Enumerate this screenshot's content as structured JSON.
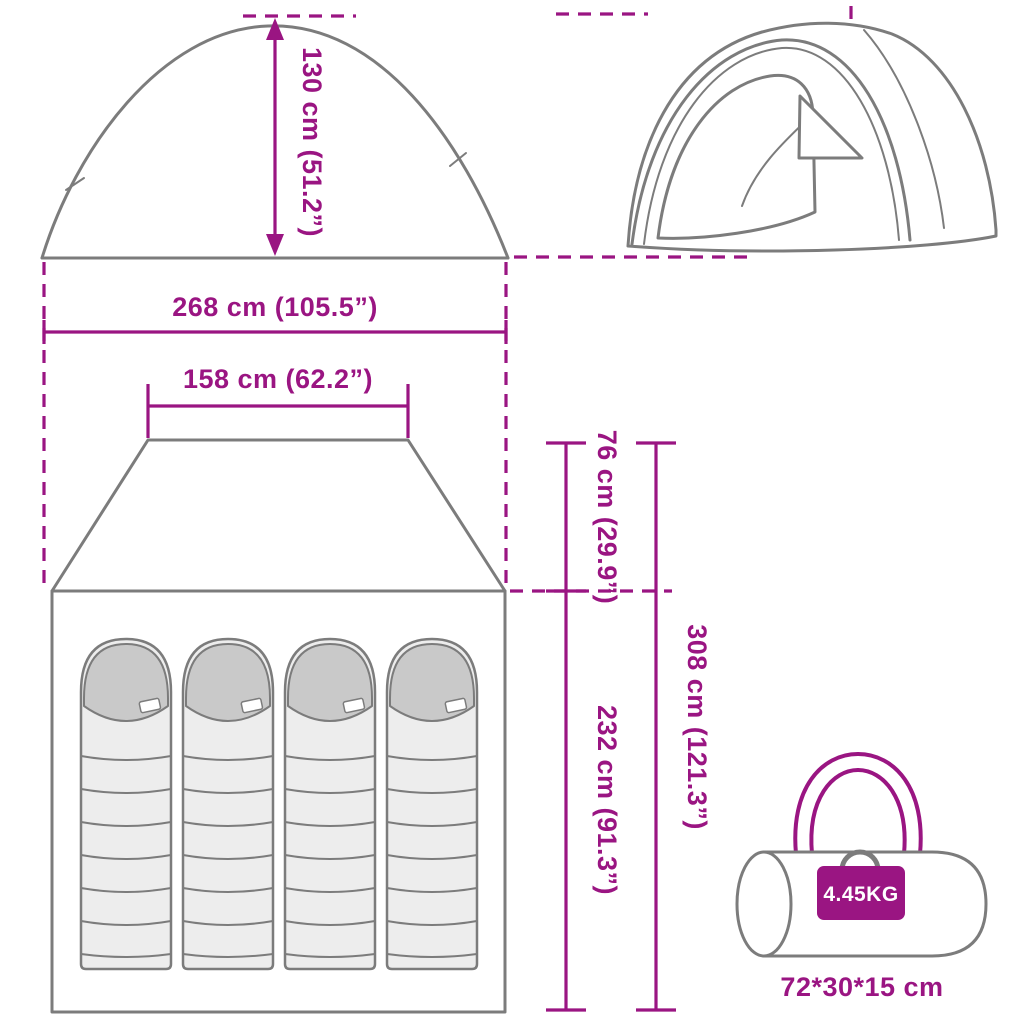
{
  "title": "Camping tent dimension diagram",
  "colors": {
    "accent": "#9A1582",
    "outline": "#7C7C7C",
    "bag_fill": "#EDEDED",
    "hood_fill": "#C9C9C9"
  },
  "views": {
    "side_view": {
      "height_label": "130 cm (51.2”)",
      "width_label": "268 cm (105.5”)"
    },
    "front_view": {
      "inner_width_label": "158 cm (62.2”)",
      "sleeping_bags": 4
    },
    "depth": {
      "porch_label": "76 cm (29.9”)",
      "inner_label": "232 cm (91.3”)",
      "total_label": "308 cm (121.3”)"
    },
    "carry_bag": {
      "weight_label": "4.45KG",
      "size_label": "72*30*15 cm"
    }
  }
}
